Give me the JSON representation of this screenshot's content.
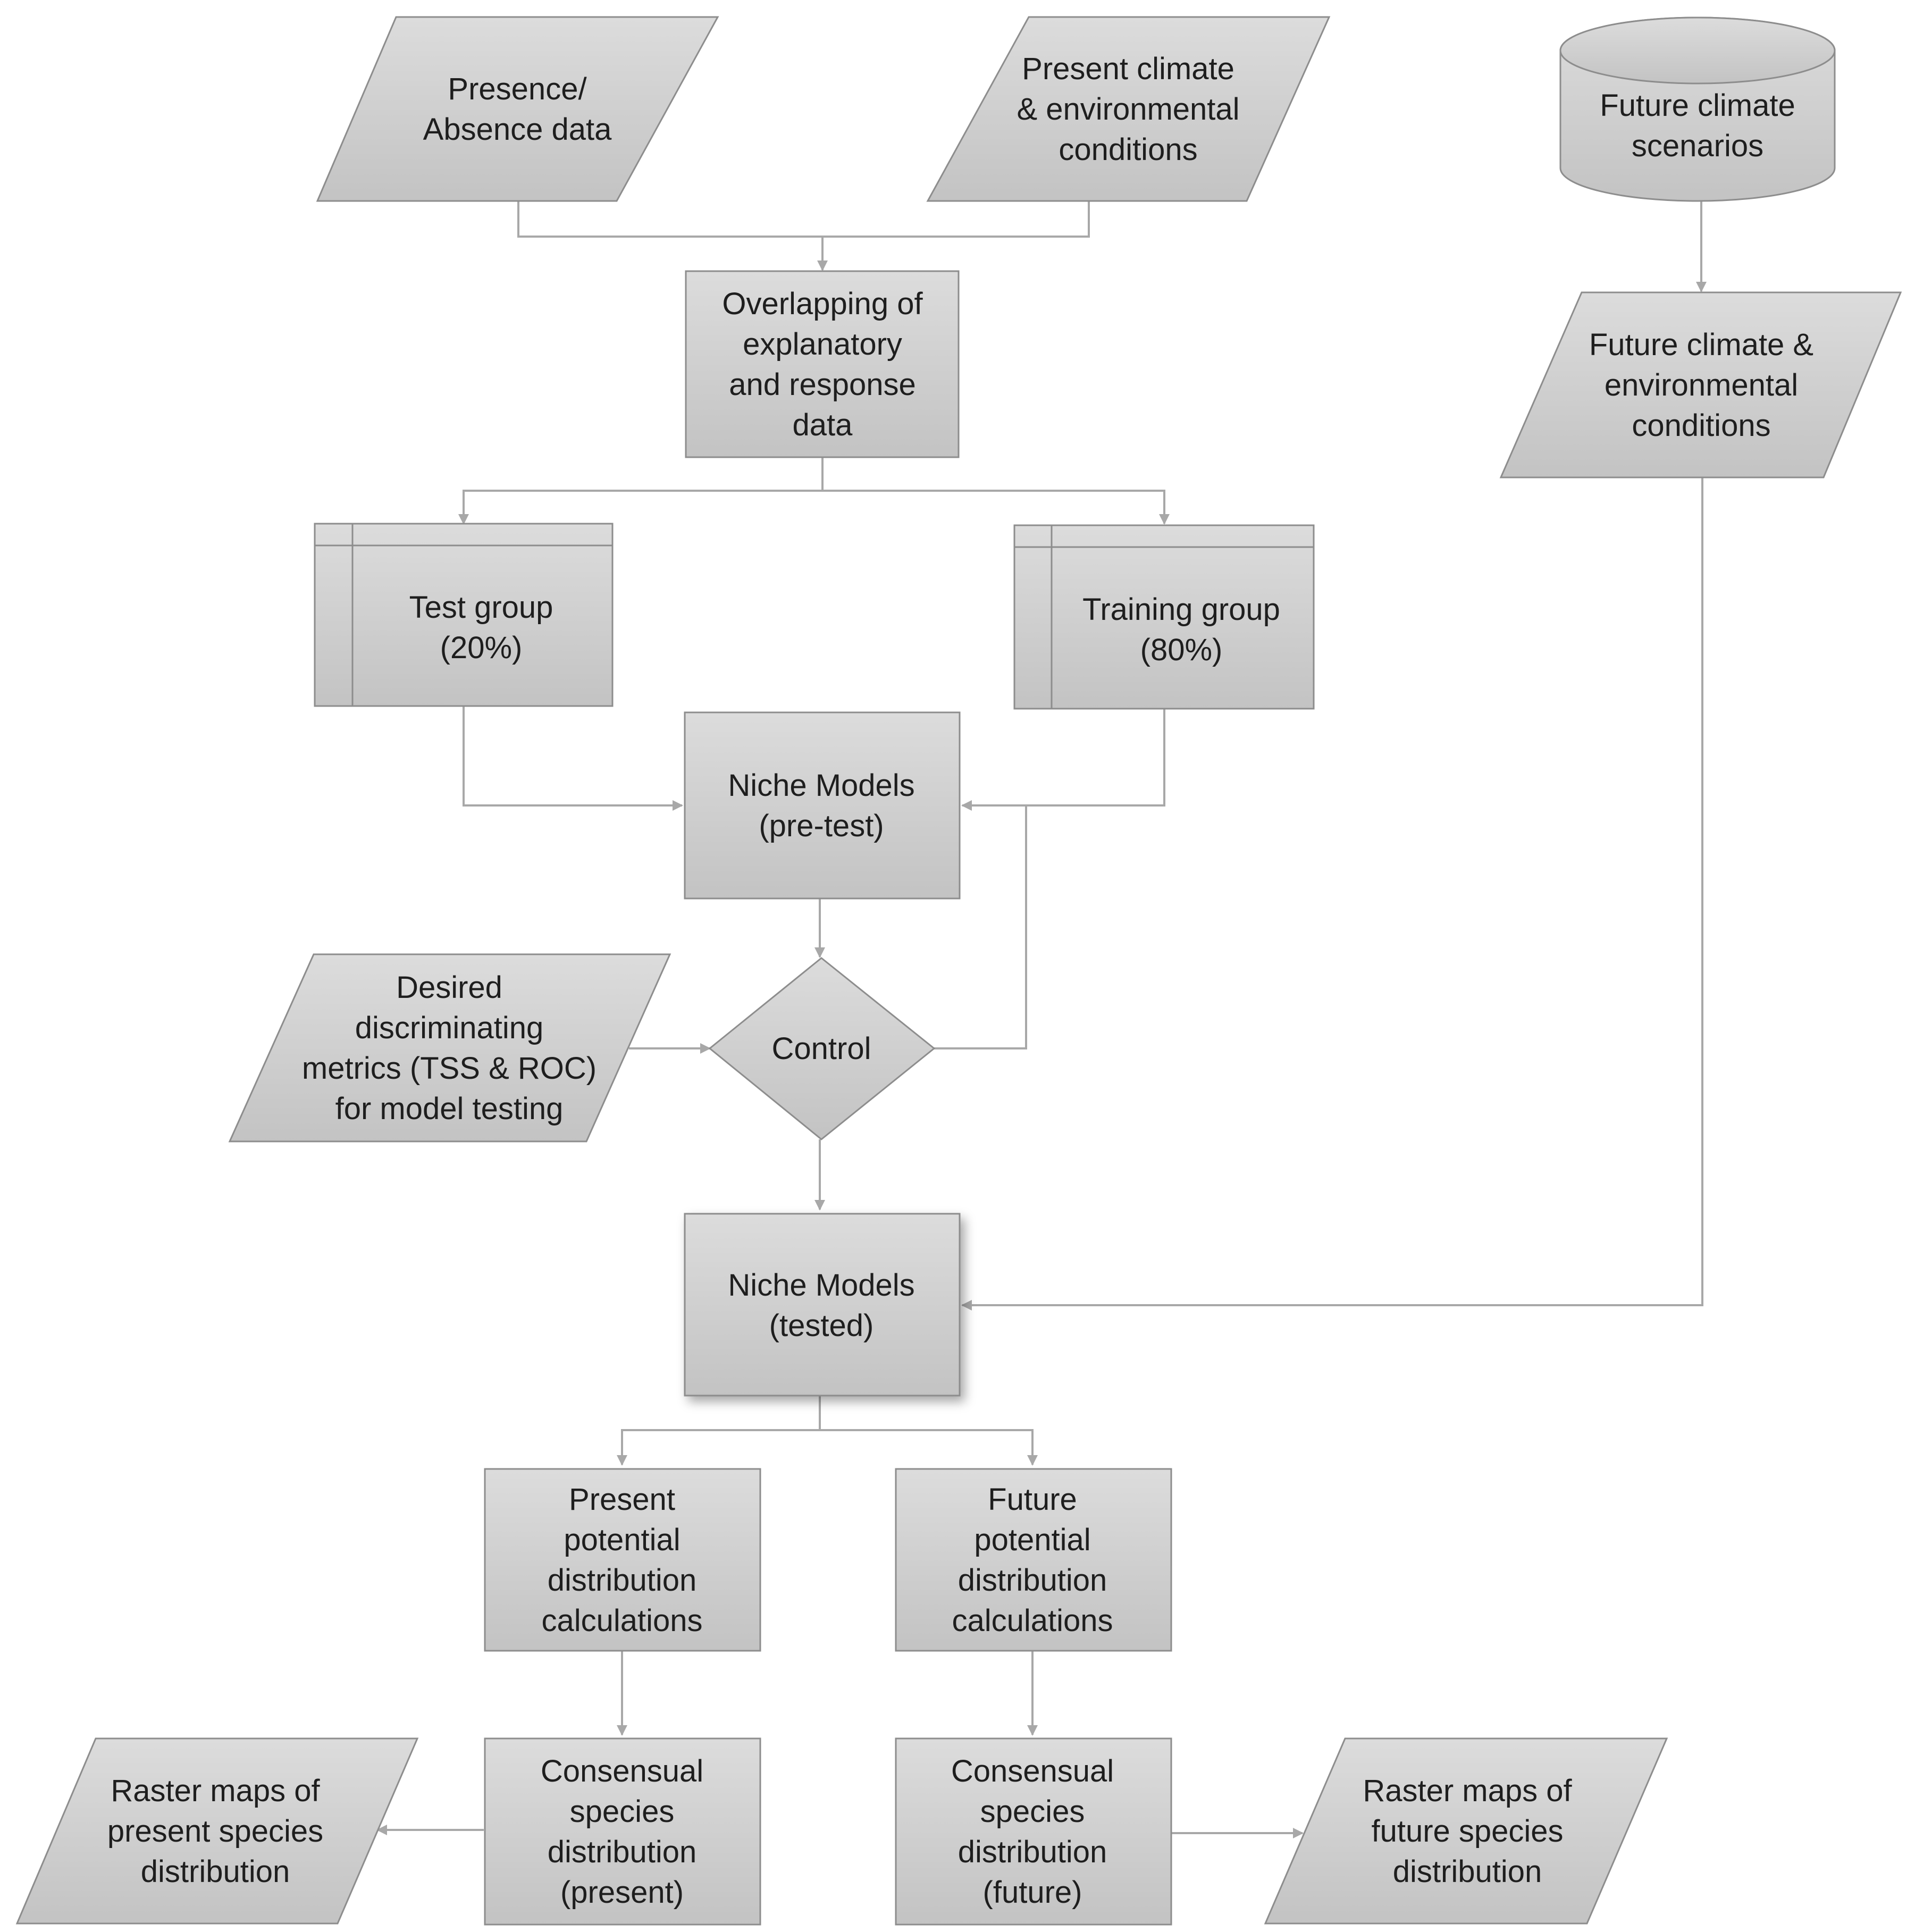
{
  "nodes": {
    "presence_absence": [
      "Presence/",
      "Absence data"
    ],
    "present_climate": [
      "Present climate",
      "& environmental",
      "conditions"
    ],
    "future_scenarios": [
      "Future climate",
      "scenarios"
    ],
    "overlapping": [
      "Overlapping of",
      "explanatory",
      "and response",
      "data"
    ],
    "future_climate_env": [
      "Future climate &",
      "environmental",
      "conditions"
    ],
    "test_group": [
      "Test group",
      "(20%)"
    ],
    "training_group": [
      "Training group",
      "(80%)"
    ],
    "niche_pretest": [
      "Niche Models",
      "(pre-test)"
    ],
    "desired_metrics": [
      "Desired",
      "discriminating",
      "metrics (TSS & ROC)",
      "for model testing"
    ],
    "control": [
      "Control"
    ],
    "niche_tested": [
      "Niche Models",
      "(tested)"
    ],
    "present_calc": [
      "Present",
      "potential",
      "distribution",
      "calculations"
    ],
    "future_calc": [
      "Future",
      "potential",
      "distribution",
      "calculations"
    ],
    "consensual_present": [
      "Consensual",
      "species",
      "distribution",
      "(present)"
    ],
    "consensual_future": [
      "Consensual",
      "species",
      "distribution",
      "(future)"
    ],
    "raster_present": [
      "Raster maps of",
      "present species",
      "distribution"
    ],
    "raster_future": [
      "Raster maps of",
      "future species",
      "distribution"
    ]
  }
}
